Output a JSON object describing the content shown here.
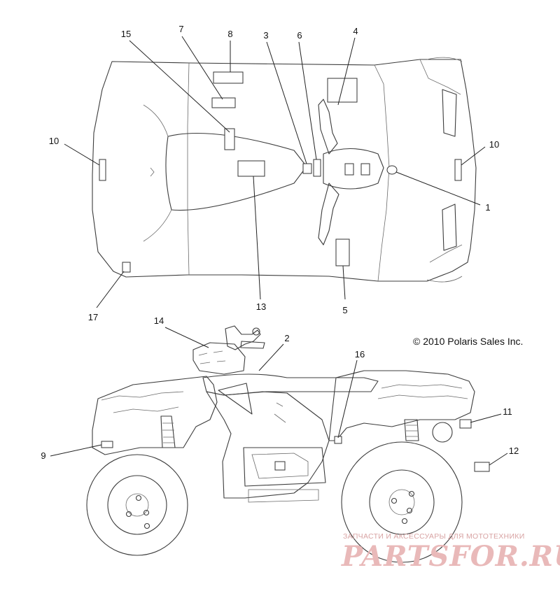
{
  "diagram": {
    "copyright": "© 2010 Polaris Sales Inc.",
    "callouts": {
      "top_view": [
        "15",
        "7",
        "8",
        "3",
        "6",
        "4",
        "10",
        "10",
        "1",
        "13",
        "5",
        "17"
      ],
      "side_view": [
        "14",
        "2",
        "16",
        "11",
        "12",
        "9"
      ]
    }
  },
  "watermark": {
    "tagline": "ЗАПЧАСТИ И АКСЕССУАРЫ ДЛЯ МОТОТЕХНИКИ",
    "logo": "PARTSFOR.RU"
  }
}
